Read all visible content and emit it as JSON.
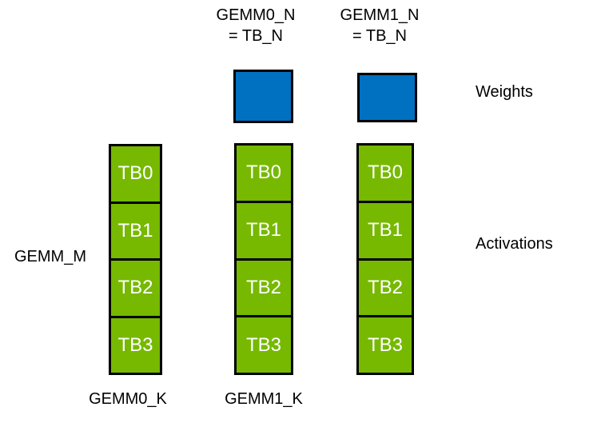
{
  "diagram": {
    "top_labels": [
      {
        "line1": "GEMM0_N",
        "line2": "= TB_N"
      },
      {
        "line1": "GEMM1_N",
        "line2": "= TB_N"
      }
    ],
    "weights_label": "Weights",
    "activations_label": "Activations",
    "gemm_m_label": "GEMM_M",
    "bottom_labels": [
      "GEMM0_K",
      "GEMM1_K"
    ],
    "columns": [
      {
        "cells": [
          "TB0",
          "TB1",
          "TB2",
          "TB3"
        ]
      },
      {
        "cells": [
          "TB0",
          "TB1",
          "TB2",
          "TB3"
        ]
      },
      {
        "cells": [
          "TB0",
          "TB1",
          "TB2",
          "TB3"
        ]
      }
    ],
    "colors": {
      "weights_fill": "#0070C0",
      "activations_fill": "#76B900",
      "border": "#000000",
      "cell_text": "#FFFFFF",
      "label_text": "#000000",
      "background": "#FFFFFF"
    }
  }
}
